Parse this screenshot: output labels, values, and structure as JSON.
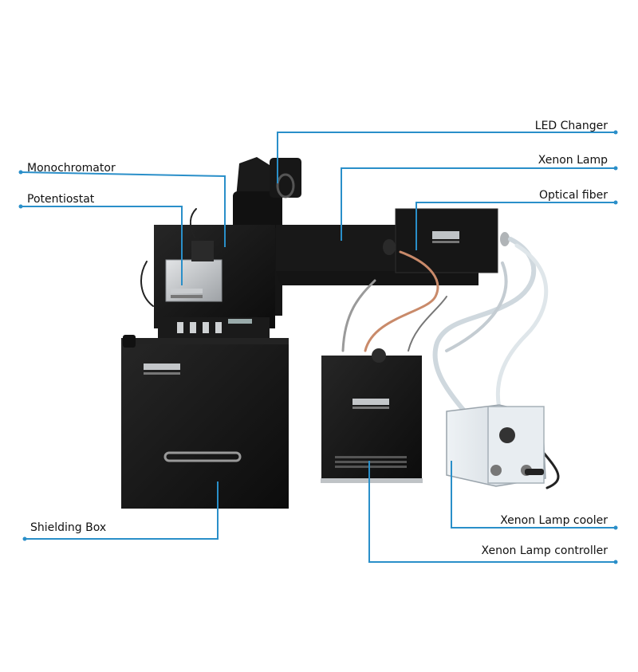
{
  "labels": {
    "led_changer": "LED Changer",
    "xenon_lamp": "Xenon Lamp",
    "optical_fiber": "Optical fiber",
    "monochromator": "Monochromator",
    "potentiostat": "Potentiostat",
    "shielding_box": "Shielding Box",
    "xenon_lamp_cooler": "Xenon Lamp cooler",
    "xenon_lamp_controller": "Xenon Lamp controller"
  },
  "colors": {
    "leader_line": "#2a8fc9",
    "device_body": "#141414",
    "device_edge": "#2b2b2b",
    "silver": "#b9bcbf",
    "background": "#ffffff"
  }
}
